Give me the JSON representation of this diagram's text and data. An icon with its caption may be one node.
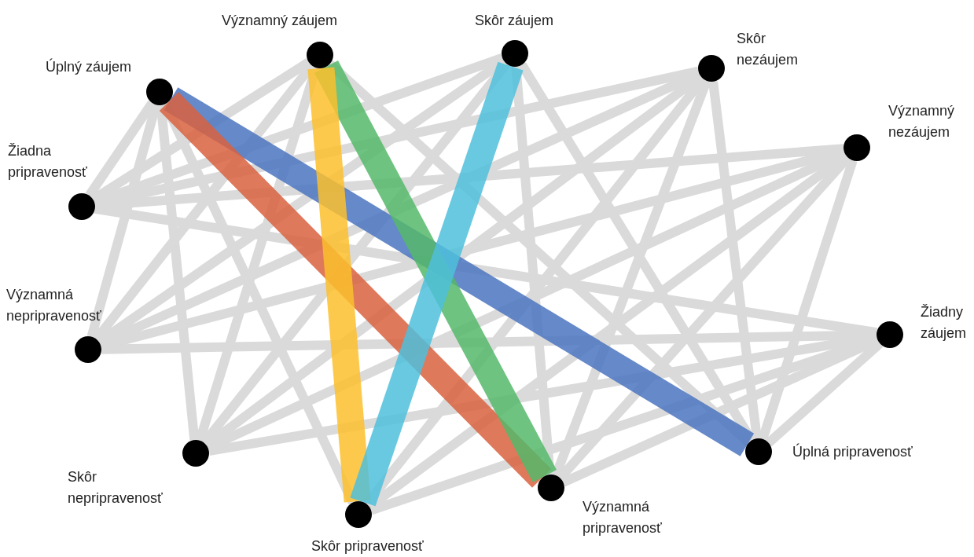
{
  "diagram": {
    "nodes": [
      {
        "text": [
          "Úplný záujem"
        ]
      },
      {
        "text": [
          "Významný záujem"
        ]
      },
      {
        "text": [
          "Skôr záujem"
        ]
      },
      {
        "text": [
          "Skôr nezáujem"
        ]
      },
      {
        "text": [
          "Významný nezáujem"
        ]
      },
      {
        "text": [
          "Žiadny záujem"
        ]
      },
      {
        "text": [
          "Úplná pripravenosť"
        ]
      },
      {
        "text": [
          "Významná pripravenosť"
        ]
      },
      {
        "text": [
          "Skôr pripravenosť"
        ]
      },
      {
        "text": [
          "Skôr nepripravenosť"
        ]
      },
      {
        "text": [
          "Významná nepripravenosť"
        ]
      },
      {
        "text": [
          "Žiadna pripravenosť"
        ]
      }
    ],
    "edges": [
      {
        "from": 0,
        "to": 6,
        "arrow": "none",
        "style": "thick",
        "color": "#4a74c0"
      },
      {
        "from": 0,
        "to": 7,
        "arrow": "none",
        "style": "thick",
        "color": "#d9623f"
      },
      {
        "from": 0,
        "to": 8,
        "arrow": "none"
      },
      {
        "from": 0,
        "to": 9,
        "arrow": "none"
      },
      {
        "from": 0,
        "to": 10,
        "arrow": "none"
      },
      {
        "from": 0,
        "to": 11,
        "arrow": "none"
      },
      {
        "from": 1,
        "to": 6,
        "arrow": "none"
      },
      {
        "from": 1,
        "to": 7,
        "arrow": "none",
        "style": "thick",
        "color": "#55b86a"
      },
      {
        "from": 1,
        "to": 8,
        "arrow": "none",
        "style": "thick",
        "color": "#fbc02d"
      },
      {
        "from": 1,
        "to": 9,
        "arrow": "none"
      },
      {
        "from": 1,
        "to": 10,
        "arrow": "none"
      },
      {
        "from": 1,
        "to": 11,
        "arrow": "none"
      },
      {
        "from": 2,
        "to": 6,
        "arrow": "none"
      },
      {
        "from": 2,
        "to": 7,
        "arrow": "none"
      },
      {
        "from": 2,
        "to": 8,
        "arrow": "none",
        "style": "thick",
        "color": "#4fc0dc"
      },
      {
        "from": 2,
        "to": 9,
        "arrow": "none"
      },
      {
        "from": 2,
        "to": 10,
        "arrow": "none"
      },
      {
        "from": 2,
        "to": 11,
        "arrow": "none"
      },
      {
        "from": 3,
        "to": 6,
        "arrow": "none"
      },
      {
        "from": 3,
        "to": 7,
        "arrow": "none"
      },
      {
        "from": 3,
        "to": 8,
        "arrow": "none"
      },
      {
        "from": 3,
        "to": 9,
        "arrow": "none"
      },
      {
        "from": 3,
        "to": 10,
        "arrow": "none"
      },
      {
        "from": 3,
        "to": 11,
        "arrow": "none"
      },
      {
        "from": 4,
        "to": 6,
        "arrow": "none"
      },
      {
        "from": 4,
        "to": 7,
        "arrow": "none"
      },
      {
        "from": 4,
        "to": 8,
        "arrow": "none"
      },
      {
        "from": 4,
        "to": 9,
        "arrow": "none"
      },
      {
        "from": 4,
        "to": 10,
        "arrow": "none"
      },
      {
        "from": 4,
        "to": 11,
        "arrow": "none"
      },
      {
        "from": 5,
        "to": 6,
        "arrow": "none"
      },
      {
        "from": 5,
        "to": 7,
        "arrow": "none"
      },
      {
        "from": 5,
        "to": 8,
        "arrow": "none"
      },
      {
        "from": 5,
        "to": 9,
        "arrow": "none"
      },
      {
        "from": 5,
        "to": 10,
        "arrow": "none"
      },
      {
        "from": 5,
        "to": 11,
        "arrow": "none"
      }
    ]
  }
}
